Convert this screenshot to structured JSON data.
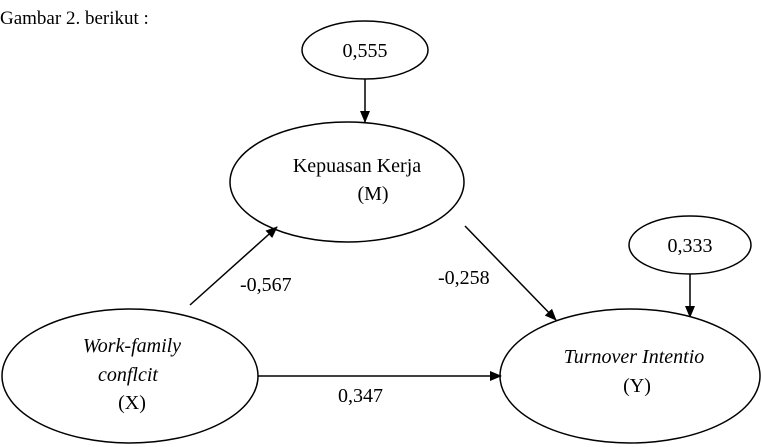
{
  "caption": "Gambar 2. berikut :",
  "nodes": {
    "error_m": {
      "value": "0,555"
    },
    "mediator": {
      "name": "Kepuasan Kerja",
      "symbol": "(M)"
    },
    "error_y": {
      "value": "0,333"
    },
    "independent": {
      "name_line1": "Work-family",
      "name_line2": "conflcit",
      "symbol": "(X)"
    },
    "dependent": {
      "name": "Turnover Intentio",
      "symbol": "(Y)"
    }
  },
  "paths": {
    "x_to_m": "-0,567",
    "m_to_y": "-0,258",
    "x_to_y": "0,347"
  }
}
